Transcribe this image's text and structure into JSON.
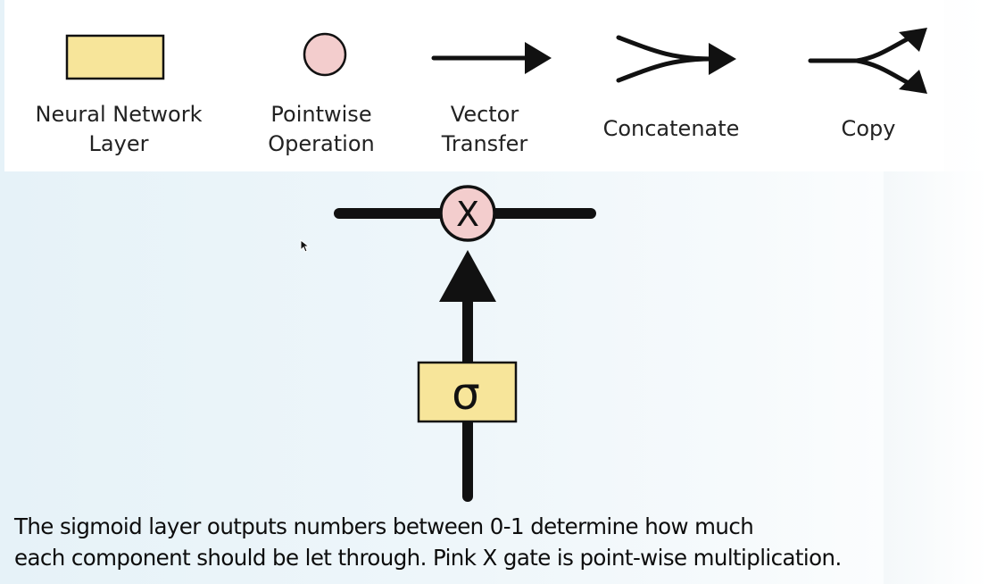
{
  "legend": {
    "items": [
      {
        "label": "Neural Network\nLayer",
        "icon": "neural-network-layer-icon"
      },
      {
        "label": "Pointwise\nOperation",
        "icon": "pointwise-operation-icon"
      },
      {
        "label": "Vector\nTransfer",
        "icon": "vector-transfer-icon"
      },
      {
        "label": "Concatenate",
        "icon": "concatenate-icon"
      },
      {
        "label": "Copy",
        "icon": "copy-icon"
      }
    ]
  },
  "diagram": {
    "gate_symbol": "X",
    "layer_symbol": "σ"
  },
  "caption": {
    "line1": "The sigmoid layer outputs numbers between 0-1 determine how much",
    "line2": "each component should be let through. Pink X gate is point-wise multiplication."
  },
  "colors": {
    "layer_fill": "#f7e59a",
    "pointwise_fill": "#f3cdcd",
    "stroke": "#111111"
  }
}
